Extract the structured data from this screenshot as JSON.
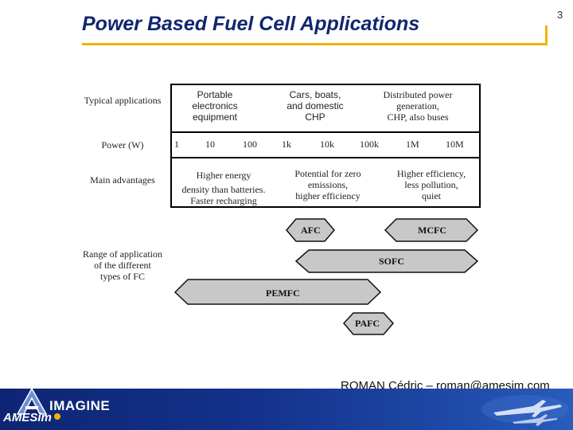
{
  "slide": {
    "title": "Power Based Fuel Cell Applications",
    "number": "3"
  },
  "rows": {
    "applications_label": "Typical applications",
    "power_label": "Power (W)",
    "advantages_label": "Main advantages",
    "range_label": "Range of application of the different types of FC"
  },
  "applications": [
    {
      "line1": "Portable",
      "line2": "electronics",
      "line3": "equipment"
    },
    {
      "line1": "Cars, boats,",
      "line2": "and domestic",
      "line3": "CHP"
    },
    {
      "line1": "Distributed power",
      "line2": "generation,",
      "line3": "CHP, also buses"
    }
  ],
  "power_scale": [
    "1",
    "10",
    "100",
    "1k",
    "10k",
    "100k",
    "1M",
    "10M"
  ],
  "advantages": [
    {
      "line1": "Higher energy",
      "line2": "density than batteries.",
      "line3": "Faster recharging"
    },
    {
      "line1": "Potential for zero",
      "line2": "emissions,",
      "line3": "higher efficiency"
    },
    {
      "line1": "Higher efficiency,",
      "line2": "less pollution,",
      "line3": "quiet"
    }
  ],
  "fuel_cells": {
    "afc": "AFC",
    "mcfc": "MCFC",
    "sofc": "SOFC",
    "pemfc": "PEMFC",
    "pafc": "PAFC"
  },
  "footer": {
    "author": "ROMAN Cédric – roman@amesim.com",
    "logo_a": "A",
    "logo_amesim": "AMESim",
    "logo_imagine": "IMAGINE"
  },
  "colors": {
    "title": "#10266e",
    "accent_bracket": "#f0b400",
    "arrow_fill": "#c8c8c8",
    "footer_bar": "#14328c"
  }
}
